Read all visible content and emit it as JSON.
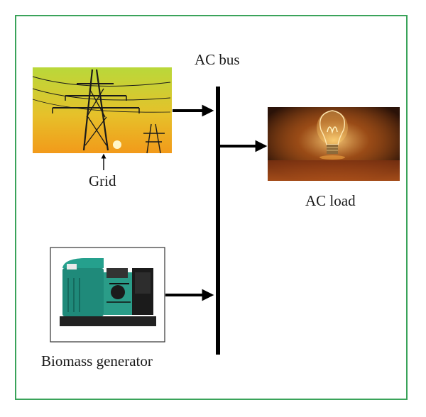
{
  "diagram": {
    "bus_label": "AC bus",
    "grid_label": "Grid",
    "load_label": "AC load",
    "generator_label": "Biomass generator"
  },
  "colors": {
    "frame_border": "#3aa35a",
    "bus_line": "#000000",
    "grid_sky_top": "#b7d63a",
    "grid_sky_bottom": "#f2a31a",
    "load_bg": "#2a1208",
    "bulb_glow": "#ffb347",
    "generator_body": "#1f8a7a"
  },
  "icons": {
    "grid": "power-pylon-icon",
    "load": "light-bulb-icon",
    "generator": "diesel-generator-icon"
  }
}
